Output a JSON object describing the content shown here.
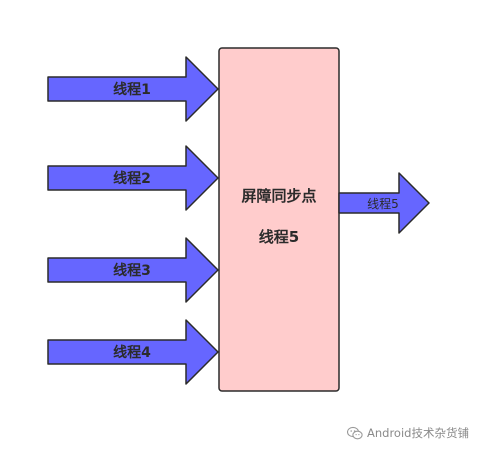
{
  "diagram": {
    "input_threads": [
      {
        "label": "线程1"
      },
      {
        "label": "线程2"
      },
      {
        "label": "线程3"
      },
      {
        "label": "线程4"
      }
    ],
    "barrier": {
      "title": "屏障同步点",
      "subtitle": "线程5"
    },
    "output_thread": {
      "label": "线程5"
    },
    "colors": {
      "arrow_fill": "#6666ff",
      "box_fill": "#ffcccc",
      "stroke": "#2b2b2b"
    }
  },
  "watermark": {
    "text": "Android技术杂货铺",
    "icon": "wechat-icon"
  }
}
